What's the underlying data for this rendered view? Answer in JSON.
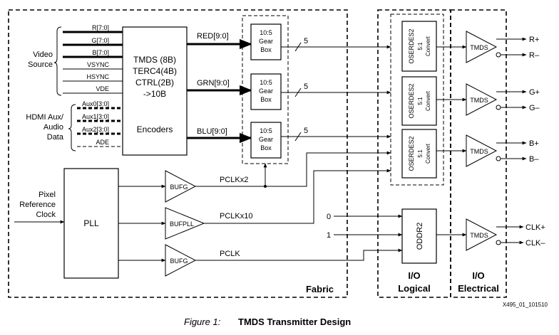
{
  "regions": {
    "fabric": "Fabric",
    "io_logical_line1": "I/O",
    "io_logical_line2": "Logical",
    "io_electrical_line1": "I/O",
    "io_electrical_line2": "Electrical"
  },
  "video_source": {
    "label_line1": "Video",
    "label_line2": "Source",
    "signals": [
      "R[7:0]",
      "G[7:0]",
      "B[7:0]",
      "VSYNC",
      "HSYNC",
      "VDE"
    ]
  },
  "hdmi_aux": {
    "label_line1": "HDMI Aux/",
    "label_line2": "Audio",
    "label_line3": "Data",
    "signals": [
      "Aux0[3:0]",
      "Aux1[3:0]",
      "Aux2[3:0]",
      "ADE"
    ]
  },
  "encoder": {
    "line1": "TMDS (8B)",
    "line2": "TERC4(4B)",
    "line3": "CTRL(2B)",
    "line4": "->10B",
    "line5": "Encoders"
  },
  "channels": [
    {
      "bus_label": "RED[9:0]",
      "gearbox_line1": "10:5",
      "gearbox_line2": "Gear",
      "gearbox_line3": "Box",
      "width": "5",
      "serdes": "OSERDES2",
      "serdes_sub1": "5:1",
      "serdes_sub2": "Convert",
      "buffer": "TMDS",
      "out_p": "R+",
      "out_n": "R–"
    },
    {
      "bus_label": "GRN[9:0]",
      "gearbox_line1": "10:5",
      "gearbox_line2": "Gear",
      "gearbox_line3": "Box",
      "width": "5",
      "serdes": "OSERDES2",
      "serdes_sub1": "5:1",
      "serdes_sub2": "Convert",
      "buffer": "TMDS",
      "out_p": "G+",
      "out_n": "G–"
    },
    {
      "bus_label": "BLU[9:0]",
      "gearbox_line1": "10:5",
      "gearbox_line2": "Gear",
      "gearbox_line3": "Box",
      "width": "5",
      "serdes": "OSERDES2",
      "serdes_sub1": "5:1",
      "serdes_sub2": "Convert",
      "buffer": "TMDS",
      "out_p": "B+",
      "out_n": "B–"
    }
  ],
  "clock_input": {
    "line1": "Pixel",
    "line2": "Reference",
    "line3": "Clock"
  },
  "pll": "PLL",
  "buffers": {
    "bufg1": "BUFG",
    "bufpll": "BUFPLL",
    "bufg2": "BUFG"
  },
  "clocks": {
    "pclkx2": "PCLKx2",
    "pclkx10": "PCLKx10",
    "pclk": "PCLK"
  },
  "oddr": {
    "label": "ODDR2",
    "in0": "0",
    "in1": "1",
    "buffer": "TMDS",
    "out_p": "CLK+",
    "out_n": "CLK–"
  },
  "figure_id": "X495_01_101510",
  "caption": {
    "prefix": "Figure 1:",
    "title": "TMDS Transmitter Design"
  }
}
